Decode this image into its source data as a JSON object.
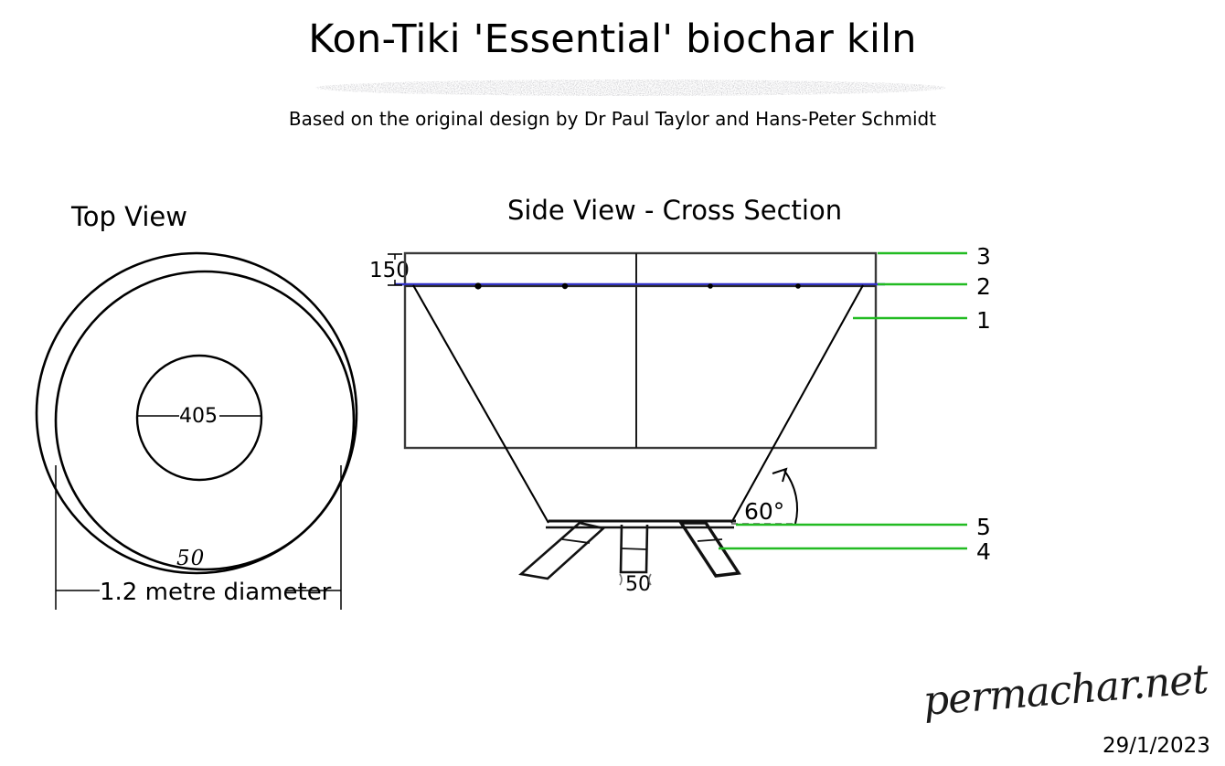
{
  "document": {
    "title": "Kon-Tiki 'Essential' biochar kiln",
    "subtitle": "Based on the original design by Dr Paul Taylor and Hans-Peter Schmidt",
    "brand": "permachar.net",
    "date": "29/1/2023"
  },
  "views": {
    "top": {
      "heading": "Top View",
      "dimensions": {
        "inner_diameter": "405",
        "rim_width": "50",
        "outer_diameter": "1.2 metre diameter"
      }
    },
    "side": {
      "heading": "Side View - Cross Section",
      "dimensions": {
        "rim_height": "150",
        "taper_angle": "60°",
        "leg_width": "50"
      },
      "callouts": [
        {
          "id": "3",
          "label": "3"
        },
        {
          "id": "2",
          "label": "2"
        },
        {
          "id": "1",
          "label": "1"
        },
        {
          "id": "5",
          "label": "5"
        },
        {
          "id": "4",
          "label": "4"
        }
      ]
    }
  },
  "colors": {
    "ink": "#000000",
    "line": "#333333",
    "blue_line": "#3333cc",
    "leader_green": "#22bb22",
    "speckle": "#777777"
  }
}
